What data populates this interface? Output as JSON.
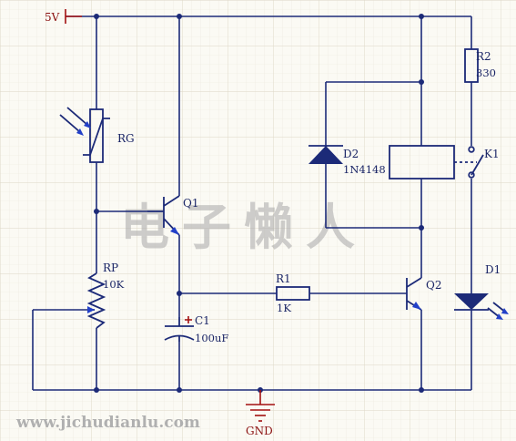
{
  "nets": {
    "vcc": "5V",
    "gnd": "GND"
  },
  "components": {
    "rg": {
      "ref": "RG"
    },
    "q1": {
      "ref": "Q1"
    },
    "rp": {
      "ref": "RP",
      "value": "10K"
    },
    "c1": {
      "ref": "C1",
      "value": "100uF"
    },
    "r1": {
      "ref": "R1",
      "value": "1K"
    },
    "d2": {
      "ref": "D2",
      "value": "1N4148"
    },
    "r2": {
      "ref": "R2",
      "value": "330"
    },
    "k1": {
      "ref": "K1"
    },
    "q2": {
      "ref": "Q2"
    },
    "d1": {
      "ref": "D1"
    }
  },
  "watermark": {
    "text": "电子懒人",
    "url": "www.jichudianlu.com"
  },
  "colors": {
    "wire": "#1c2a78",
    "power": "#a31010",
    "grid": "#e3ded0",
    "background": "#fbfaf4"
  }
}
